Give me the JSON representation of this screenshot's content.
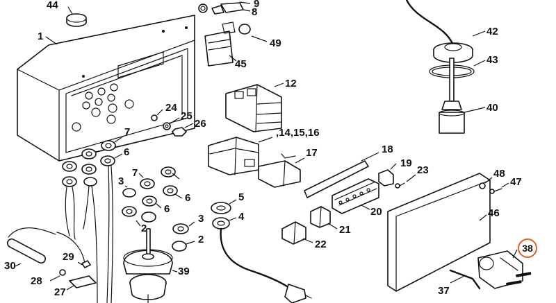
{
  "accent_color": "#e0601c",
  "labels": {
    "p1": "1",
    "p2a": "2",
    "p2b": "2",
    "p3a": "3",
    "p3b": "3",
    "p4": "4",
    "p5": "5",
    "p6a": "6",
    "p6b": "6",
    "p6c": "6",
    "p7a": "7",
    "p7b": "7",
    "p8": "8",
    "p9": "9",
    "p12": "12",
    "p14": ",14,15,16",
    "p17": "17",
    "p18": "18",
    "p19": "19",
    "p20": "20",
    "p21": "21",
    "p22": "22",
    "p23": "23",
    "p24": "24",
    "p25": "25",
    "p26": "26",
    "p27": "27",
    "p28": "28",
    "p29": "29",
    "p30": "30",
    "p37": "37",
    "p38": "38",
    "p39": "39",
    "p40": "40",
    "p42": "42",
    "p43": "43",
    "p44": "44",
    "p45": "45",
    "p46": "46",
    "p47": "47",
    "p48": "48",
    "p49": "49"
  }
}
